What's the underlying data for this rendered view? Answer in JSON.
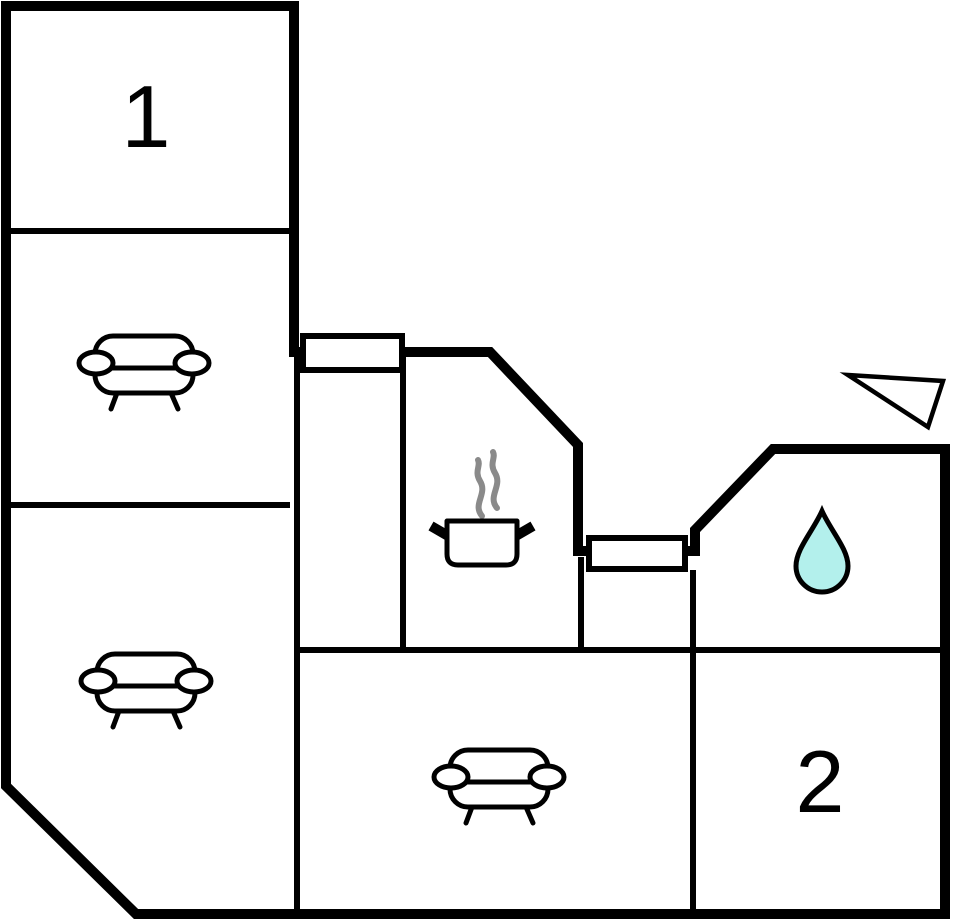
{
  "floorplan": {
    "rooms": [
      {
        "name": "room-1",
        "label": "1",
        "icon": null
      },
      {
        "name": "lounge-upper-left",
        "label": "",
        "icon": "sofa-icon"
      },
      {
        "name": "lounge-lower-left",
        "label": "",
        "icon": "sofa-icon"
      },
      {
        "name": "hallway",
        "label": "",
        "icon": null
      },
      {
        "name": "kitchen",
        "label": "",
        "icon": "cooking-pot-icon"
      },
      {
        "name": "bathroom",
        "label": "",
        "icon": "water-drop-icon"
      },
      {
        "name": "living-room-bottom",
        "label": "",
        "icon": "sofa-icon"
      },
      {
        "name": "room-2",
        "label": "2",
        "icon": null
      }
    ],
    "markers": [
      {
        "name": "entrance-arrow-icon",
        "location": "exterior-top-right"
      },
      {
        "name": "window-marker",
        "location": "kitchen-top-wall"
      },
      {
        "name": "window-marker",
        "location": "hallway-between-kitchen-and-bathroom"
      }
    ],
    "colors": {
      "wall": "#000000",
      "background": "#ffffff",
      "water_drop_fill": "#b3f0ec",
      "steam": "#8a8a8a"
    }
  }
}
